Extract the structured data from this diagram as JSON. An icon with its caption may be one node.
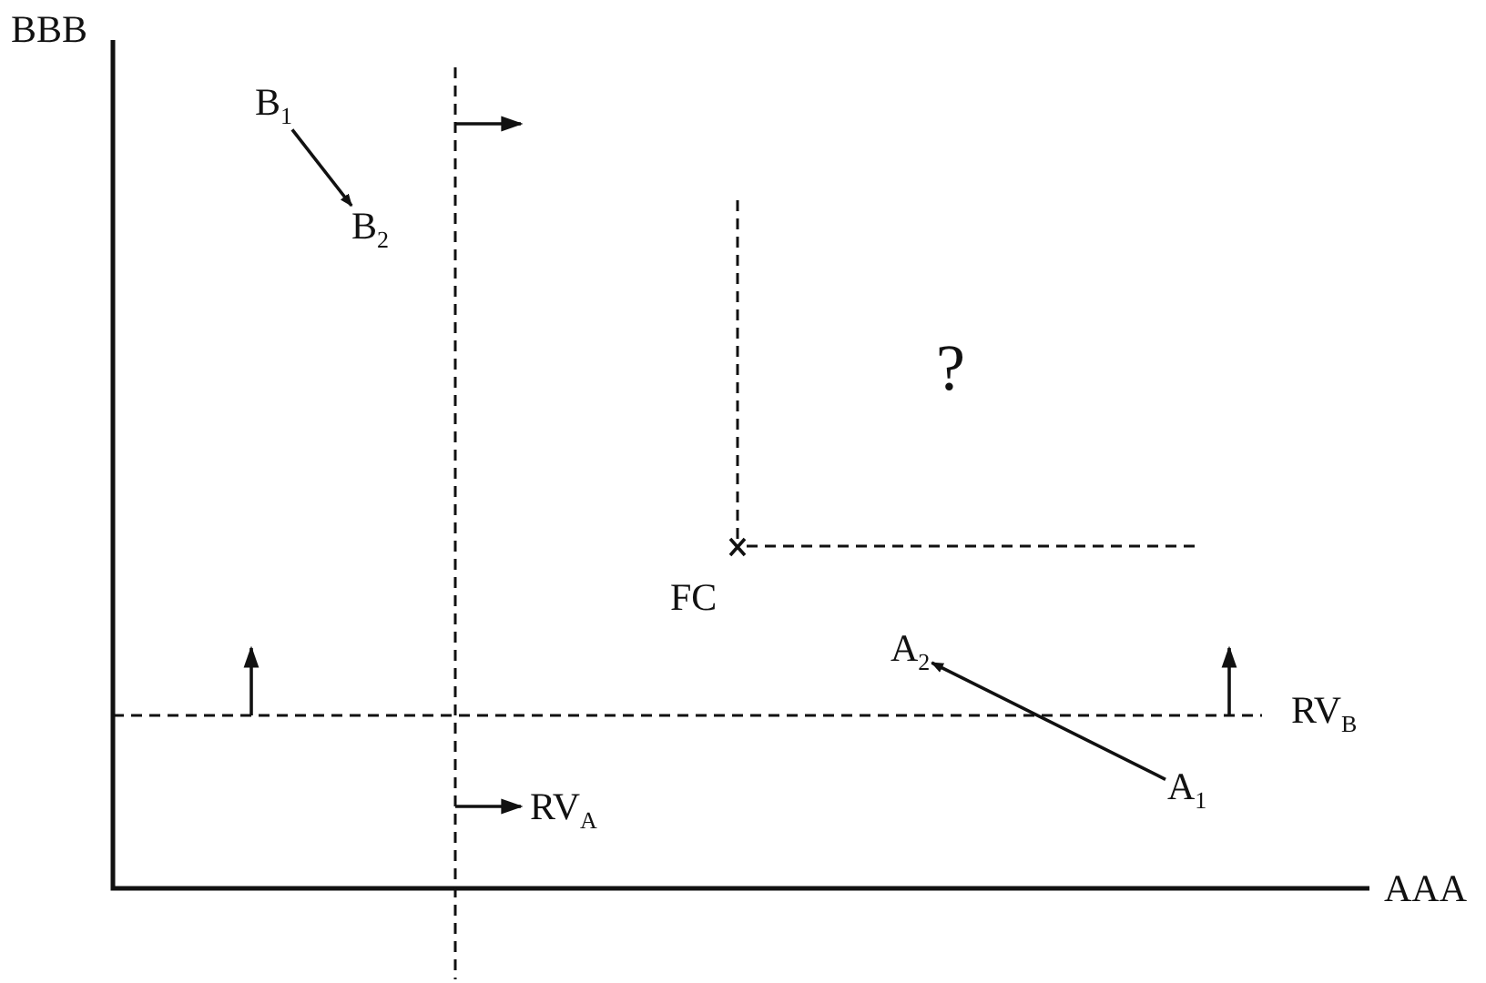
{
  "diagram": {
    "nodes": [
      {
        "text": [
          "B$_{1}$"
        ]
      },
      {
        "text": [
          "B$_{2}$"
        ]
      },
      {
        "text": [
          "A$_{1}$"
        ]
      },
      {
        "text": [
          "A$_{2}$"
        ]
      }
    ],
    "edges": [
      {
        "from": 0,
        "to": 1,
        "arrow": "to"
      },
      {
        "from": 2,
        "to": 3,
        "arrow": "to"
      }
    ],
    "labels": [
      "BBB",
      "?",
      "FC",
      "RV$_{B}$",
      "RV$_{A}$",
      "AAA"
    ]
  }
}
